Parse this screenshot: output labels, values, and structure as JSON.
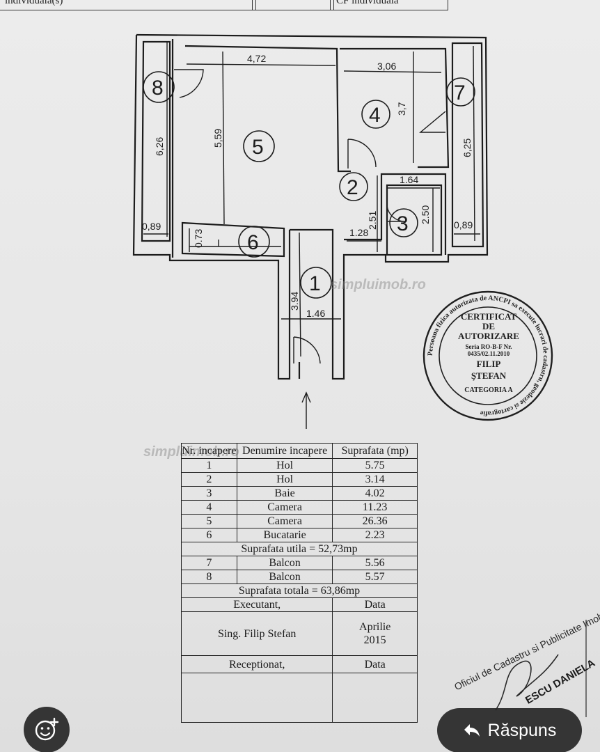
{
  "header": {
    "cell_left": "individuala(s)",
    "cell_right": "CF individuala"
  },
  "plan": {
    "dimensions": {
      "d472": "4,72",
      "d306": "3,06",
      "d37": "3,7",
      "d559": "5,59",
      "d626": "6,26",
      "d625": "6,25",
      "d164": "1.64",
      "d251": "2.51",
      "d250": "2.50",
      "d128": "1.28",
      "d089_left": "0,89",
      "d089_right": "0,89",
      "d073": "0.73",
      "d394": "3.94",
      "d146": "1.46"
    },
    "rooms": {
      "r1": "1",
      "r2": "2",
      "r3": "3",
      "r4": "4",
      "r5": "5",
      "r6": "6",
      "r7": "7",
      "r8": "8"
    }
  },
  "watermarks": {
    "wm1": "simpluimob.ro",
    "wm2": "simpluimob.ro"
  },
  "stamp": {
    "ring_text": "Persoana fizica autorizata de ANCPI sa execute lucrari de cadastru, geodezie si cartografie",
    "ring_bottom": "CATEGORIA A",
    "title1": "CERTIFICAT",
    "title2": "DE",
    "title3": "AUTORIZARE",
    "series": "Seria RO-B-F Nr. 0435/02.11.2010",
    "name1": "FILIP",
    "name2": "ŞTEFAN"
  },
  "table": {
    "head": {
      "col1": "Nr. incapere",
      "col2": "Denumire incapere",
      "col3": "Suprafata (mp)"
    },
    "rows": [
      {
        "nr": "1",
        "name": "Hol",
        "area": "5.75"
      },
      {
        "nr": "2",
        "name": "Hol",
        "area": "3.14"
      },
      {
        "nr": "3",
        "name": "Baie",
        "area": "4.02"
      },
      {
        "nr": "4",
        "name": "Camera",
        "area": "11.23"
      },
      {
        "nr": "5",
        "name": "Camera",
        "area": "26.36"
      },
      {
        "nr": "6",
        "name": "Bucatarie",
        "area": "2.23"
      }
    ],
    "util": "Suprafata utila = 52,73mp",
    "rows2": [
      {
        "nr": "7",
        "name": "Balcon",
        "area": "5.56"
      },
      {
        "nr": "8",
        "name": "Balcon",
        "area": "5.57"
      }
    ],
    "total": "Suprafata totala = 63,86mp",
    "executant_label": "Executant,",
    "data_label": "Data",
    "executant_name": "Sing. Filip Stefan",
    "exec_date_month": "Aprilie",
    "exec_date_year": "2015",
    "receptionat_label": "Receptionat,",
    "data_label2": "Data"
  },
  "signature": {
    "office_text": "Oficiul de Cadastru si Publicitate Imobiliara II",
    "name": "ESCU DANIELA"
  },
  "controls": {
    "reply_label": "Răspuns"
  }
}
